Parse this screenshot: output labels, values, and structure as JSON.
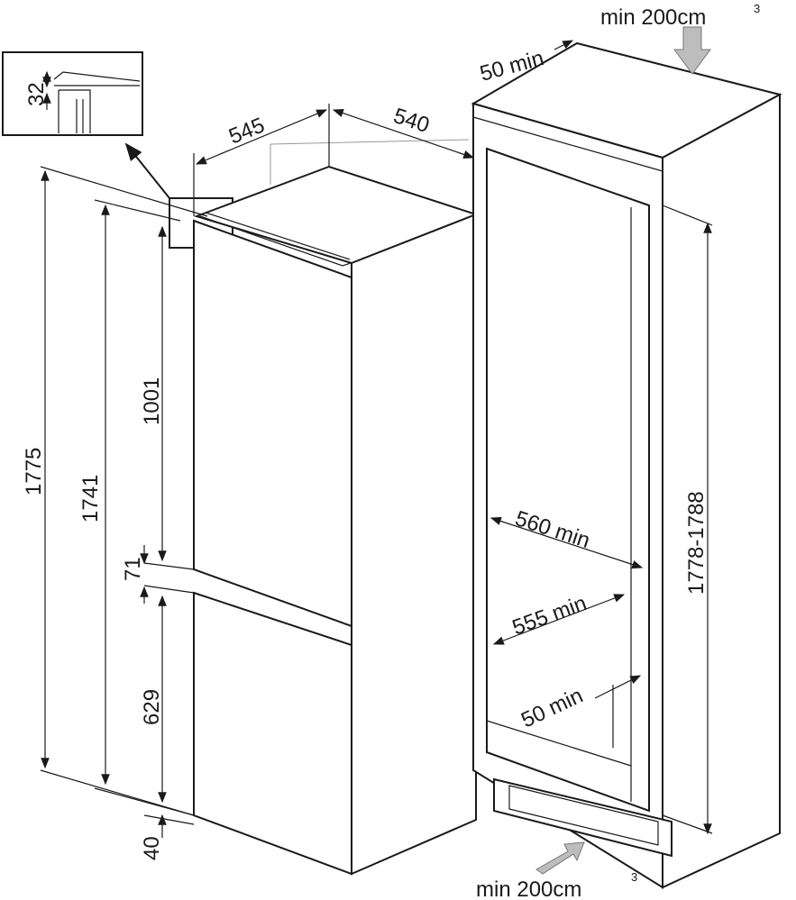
{
  "diagram": {
    "ventilation_top": {
      "text": "min 200cm",
      "unit_superscript": "3"
    },
    "ventilation_bottom": {
      "text": "min 200cm",
      "unit_superscript": "3"
    },
    "rear_gap_top": "50 min",
    "appliance_width": "545",
    "appliance_depth": "540",
    "detail_gap": "32",
    "appliance_total_height": "1775",
    "appliance_body_height": "1741",
    "upper_door_height": "1001",
    "door_gap": "71",
    "lower_door_height": "629",
    "base_offset": "40",
    "niche_depth": "560 min",
    "niche_width": "555 min",
    "rear_gap_bottom": "50 min",
    "niche_height": "1778-1788",
    "colors": {
      "line": "#1a1a1a",
      "arrow_fill": "#bdbdbd"
    }
  }
}
